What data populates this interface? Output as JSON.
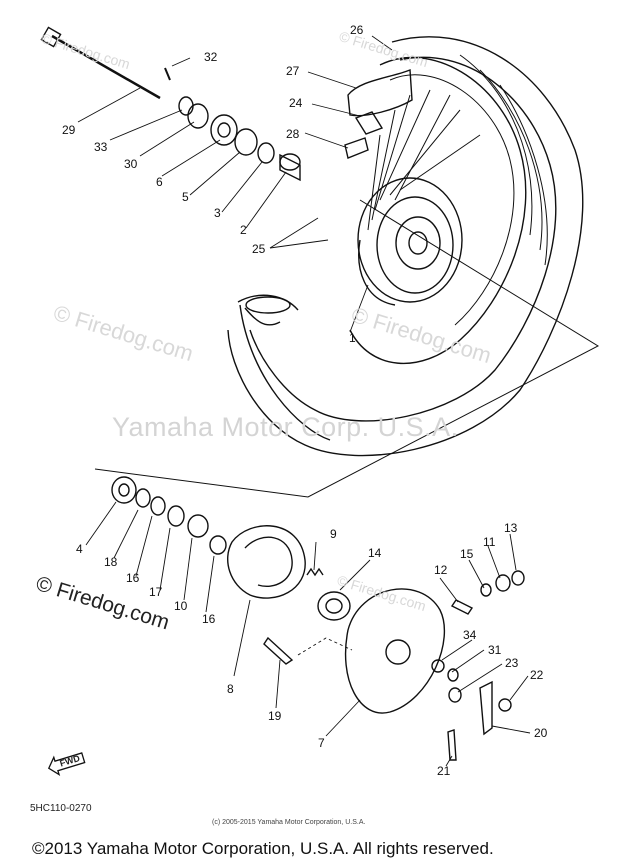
{
  "watermarks": {
    "yamaha_center": "Yamaha Motor Corp. U.S.A.",
    "firedog_large": "© Firedog.com",
    "firedog_small": "© Firedog.com",
    "firedog_wheel": "© Firedog.com"
  },
  "part_numbers": [
    "32",
    "29",
    "33",
    "30",
    "6",
    "5",
    "3",
    "2",
    "26",
    "27",
    "24",
    "28",
    "25",
    "1",
    "9",
    "14",
    "13",
    "11",
    "15",
    "12",
    "4",
    "18",
    "16",
    "17",
    "10",
    "16",
    "8",
    "19",
    "34",
    "31",
    "23",
    "22",
    "7",
    "20",
    "21"
  ],
  "drawing_code": "5HC110-0270",
  "small_copyright": "(c) 2005-2015 Yamaha Motor Corporation, U.S.A.",
  "footer": "©2013 Yamaha Motor Corporation, U.S.A. All rights reserved.",
  "fwd_label": "FWD",
  "colors": {
    "line": "#111111",
    "watermark": "#d8d8d8"
  }
}
